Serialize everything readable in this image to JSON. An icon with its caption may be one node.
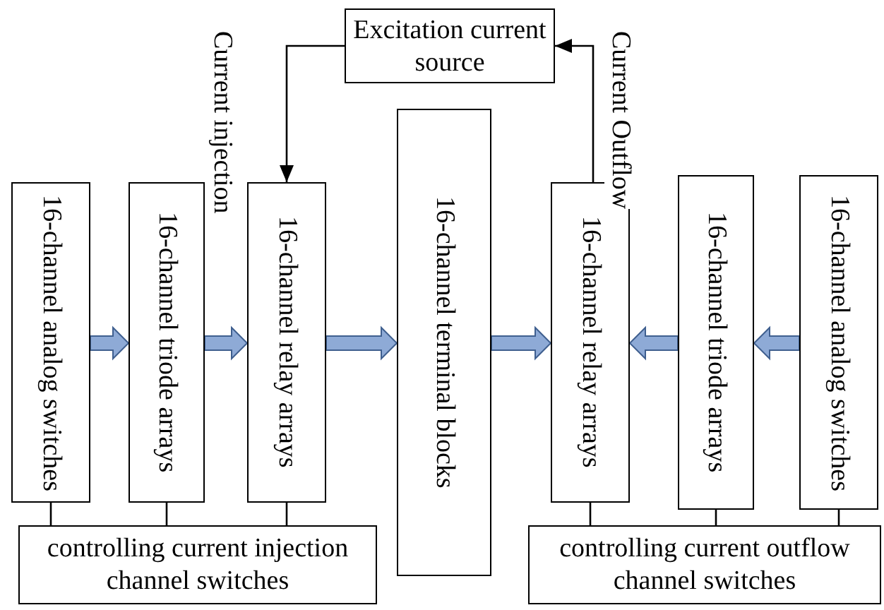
{
  "diagram": {
    "nodes": [
      {
        "text": [
          "Excitation current source"
        ]
      },
      {
        "text": [
          "16-channel analog switches"
        ]
      },
      {
        "text": [
          "16-channel triode arrays"
        ]
      },
      {
        "text": [
          "16-channel relay arrays"
        ]
      },
      {
        "text": [
          "16-channel terminal blocks"
        ]
      },
      {
        "text": [
          "16-channel relay arrays"
        ]
      },
      {
        "text": [
          "16-channel triode arrays"
        ]
      },
      {
        "text": [
          "16-channel analog switches"
        ]
      },
      {
        "text": [
          "controlling current injection channel switches"
        ]
      },
      {
        "text": [
          "controlling current outflow channel switches"
        ]
      }
    ],
    "edges": [
      {
        "from": 0,
        "to": 3,
        "arrow": "to",
        "label": "Current injection"
      },
      {
        "from": 5,
        "to": 0,
        "arrow": "to",
        "label": "Current Outflow"
      },
      {
        "from": 1,
        "to": 2,
        "arrow": "to",
        "style": "thick",
        "color": "#8eaad6"
      },
      {
        "from": 2,
        "to": 3,
        "arrow": "to",
        "style": "thick",
        "color": "#8eaad6"
      },
      {
        "from": 3,
        "to": 4,
        "arrow": "to",
        "style": "thick",
        "color": "#8eaad6"
      },
      {
        "from": 4,
        "to": 5,
        "arrow": "to",
        "style": "thick",
        "color": "#8eaad6"
      },
      {
        "from": 6,
        "to": 5,
        "arrow": "to",
        "style": "thick",
        "color": "#8eaad6"
      },
      {
        "from": 7,
        "to": 6,
        "arrow": "to",
        "style": "thick",
        "color": "#8eaad6"
      },
      {
        "from": 1,
        "to": 8,
        "arrow": "none"
      },
      {
        "from": 2,
        "to": 8,
        "arrow": "none"
      },
      {
        "from": 3,
        "to": 8,
        "arrow": "none"
      },
      {
        "from": 5,
        "to": 9,
        "arrow": "none"
      },
      {
        "from": 6,
        "to": 9,
        "arrow": "none"
      },
      {
        "from": 7,
        "to": 9,
        "arrow": "none"
      }
    ]
  }
}
